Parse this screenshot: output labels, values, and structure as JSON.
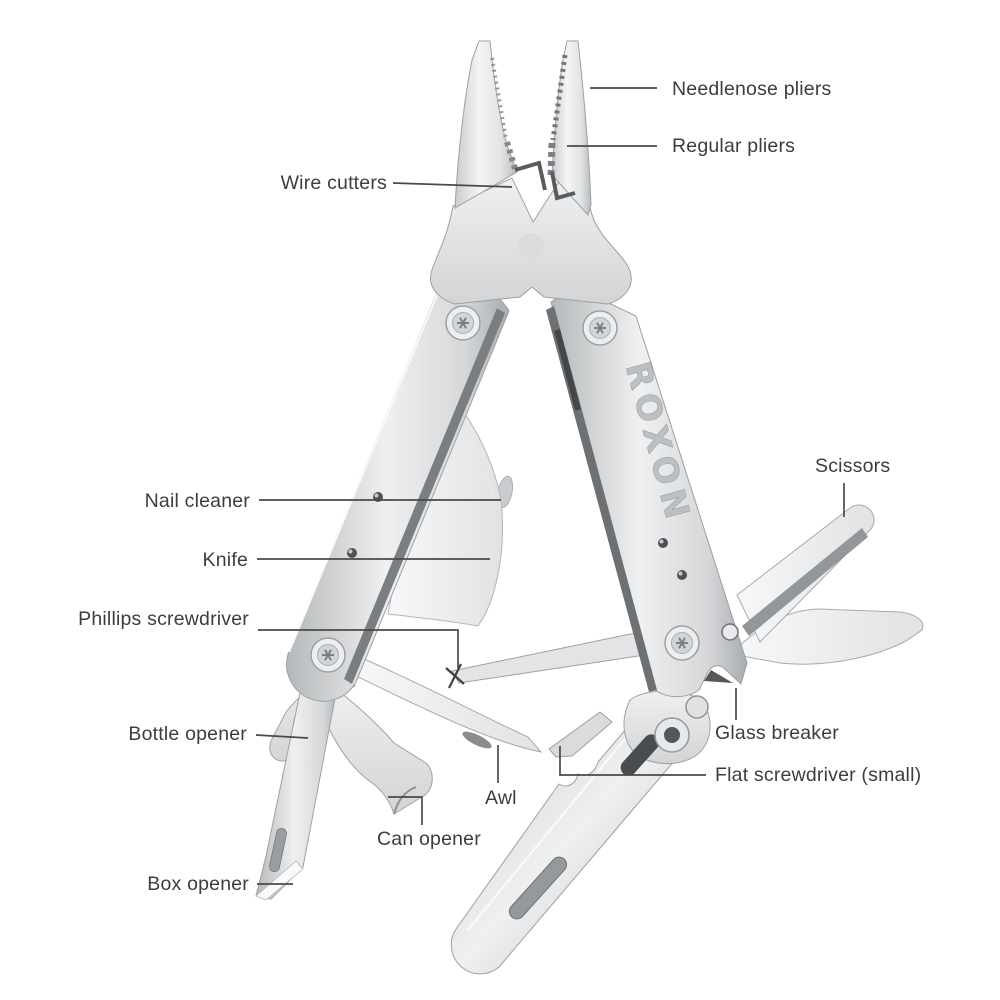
{
  "product": {
    "brand_engraving": "ROXON"
  },
  "labels": {
    "needlenose_pliers": "Needlenose pliers",
    "regular_pliers": "Regular pliers",
    "wire_cutters": "Wire cutters",
    "nail_cleaner": "Nail cleaner",
    "knife": "Knife",
    "phillips_screwdriver": "Phillips screwdriver",
    "bottle_opener": "Bottle opener",
    "box_opener": "Box opener",
    "can_opener": "Can opener",
    "awl": "Awl",
    "scissors": "Scissors",
    "glass_breaker": "Glass breaker",
    "flat_screwdriver_small": "Flat screwdriver (small)"
  },
  "colors": {
    "background": "#ffffff",
    "label_text": "#3d3d3d",
    "leader_line": "#4a4a4a",
    "steel_light": "#f2f3f4",
    "steel_mid": "#d8dadb",
    "steel_dark": "#9a9da0",
    "engraving": "#bdc0c3"
  }
}
